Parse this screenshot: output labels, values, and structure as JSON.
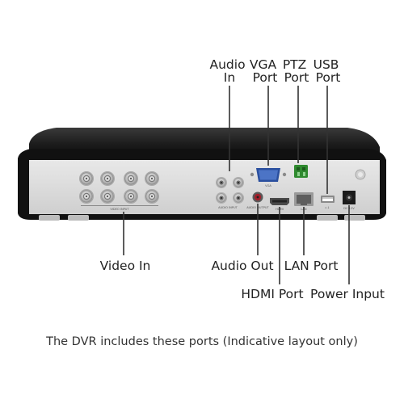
{
  "callouts_top": {
    "audio_in": [
      "Audio",
      "In"
    ],
    "vga_port": [
      "VGA",
      "Port"
    ],
    "ptz_port": [
      "PTZ",
      "Port"
    ],
    "usb_port": [
      "USB",
      "Port"
    ]
  },
  "callouts_bottom": {
    "video_in": "Video In",
    "audio_out": "Audio Out",
    "lan_port": "LAN Port",
    "hdmi_port": "HDMI Port",
    "power_input": "Power Input"
  },
  "caption": "The DVR includes these ports (Indicative layout only)",
  "panel_labels": {
    "video_input": "VIDEO INPUT",
    "audio_input": "AUDIO INPUT",
    "audio_output": "AUDIO OUTPUT",
    "vga": "VGA",
    "hdmi": "HDMI",
    "lan": "LAN",
    "usb": "⭠↓",
    "dc": "DC 12V"
  },
  "colors": {
    "device_top": "#1a1a1a",
    "panel": "#dcdcdc",
    "vga_blue": "#3b62b8",
    "ptz_green": "#3a9a3a",
    "audio_out_red": "#a11f2a"
  }
}
